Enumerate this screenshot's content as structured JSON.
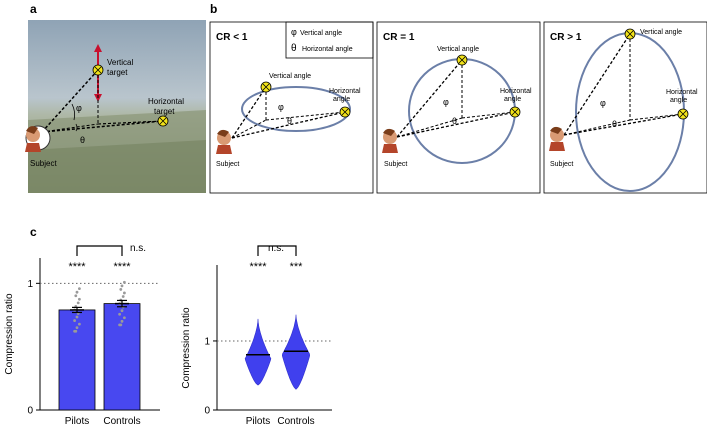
{
  "panel_labels": {
    "a": "a",
    "b": "b",
    "c": "c"
  },
  "panel_a": {
    "vertical_target_label": [
      "Vertical",
      "target"
    ],
    "horizontal_target_label": [
      "Horizontal",
      "target"
    ],
    "subject_label": "Subject",
    "phi": "φ",
    "theta": "θ"
  },
  "panel_b": {
    "legend": {
      "phi_symbol": "φ",
      "phi_label": "Vertical angle",
      "theta_symbol": "θ",
      "theta_label": "Horizontal angle"
    },
    "diagrams": [
      {
        "title": "CR < 1",
        "vertical_label": "Vertical angle",
        "horizontal_label": [
          "Horizontal",
          "angle"
        ],
        "subject_label": "Subject",
        "phi": "φ",
        "theta": "θ"
      },
      {
        "title": "CR = 1",
        "vertical_label": "Vertical angle",
        "horizontal_label": [
          "Horizontal",
          "angle"
        ],
        "subject_label": "Subject",
        "phi": "φ",
        "theta": "θ"
      },
      {
        "title": "CR > 1",
        "vertical_label": "Vertical angle",
        "horizontal_label": [
          "Horizontal",
          "angle"
        ],
        "subject_label": "Subject",
        "phi": "φ",
        "theta": "θ"
      }
    ]
  },
  "colors": {
    "bar": "#4848f0",
    "violin": "#4040ee",
    "ellipse": "#6b7fa8",
    "target": "#f2e31a",
    "arrow": "#c8102e"
  },
  "chart_data": [
    {
      "type": "bar",
      "categories": [
        "Pilots",
        "Controls"
      ],
      "values": [
        0.79,
        0.84
      ],
      "errors": [
        0.02,
        0.025
      ],
      "ylabel": "Compression ratio",
      "yticks": [
        "0",
        "1"
      ],
      "ylim": [
        0,
        1.2
      ],
      "reference_line": 1,
      "significance": [
        "****",
        "****"
      ],
      "comparison": "n.s."
    },
    {
      "type": "violin",
      "categories": [
        "Pilots",
        "Controls"
      ],
      "medians": [
        0.8,
        0.85
      ],
      "ylabel": "Compression ratio",
      "yticks": [
        "0",
        "1"
      ],
      "ylim": [
        0,
        2.1
      ],
      "reference_line": 1,
      "significance": [
        "****",
        "***"
      ],
      "comparison": "n.s."
    }
  ]
}
